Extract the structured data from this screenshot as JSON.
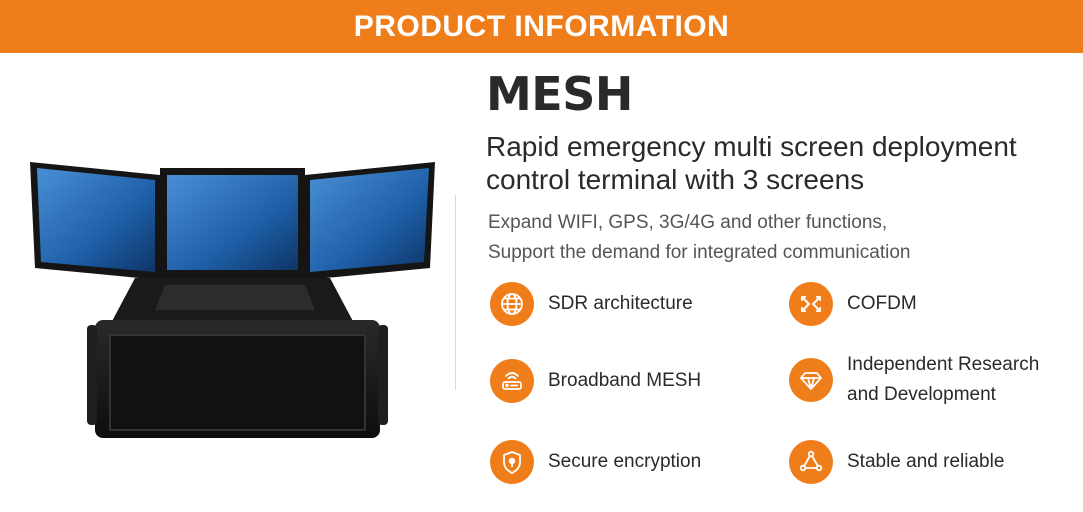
{
  "banner": {
    "title": "PRODUCT INFORMATION"
  },
  "product": {
    "name": "MESH",
    "subtitle_line1": "Rapid emergency multi screen deployment",
    "subtitle_line2": "control terminal with 3 screens",
    "desc_line1": "Expand WIFI, GPS, 3G/4G and other functions,",
    "desc_line2": "Support the demand for integrated communication"
  },
  "features": [
    {
      "label": "SDR architecture",
      "icon": "globe-icon"
    },
    {
      "label": "COFDM",
      "icon": "arrows-cross-icon"
    },
    {
      "label": "Broadband MESH",
      "icon": "router-icon"
    },
    {
      "label": "Independent Research and Development",
      "line1": "Independent Research",
      "line2": "and Development",
      "icon": "diamond-icon"
    },
    {
      "label": "Secure encryption",
      "icon": "shield-lock-icon"
    },
    {
      "label": "Stable and reliable",
      "icon": "triangle-nodes-icon"
    }
  ],
  "colors": {
    "accent": "#ef7d1a",
    "text": "#2a2a2a",
    "muted": "#555555"
  }
}
